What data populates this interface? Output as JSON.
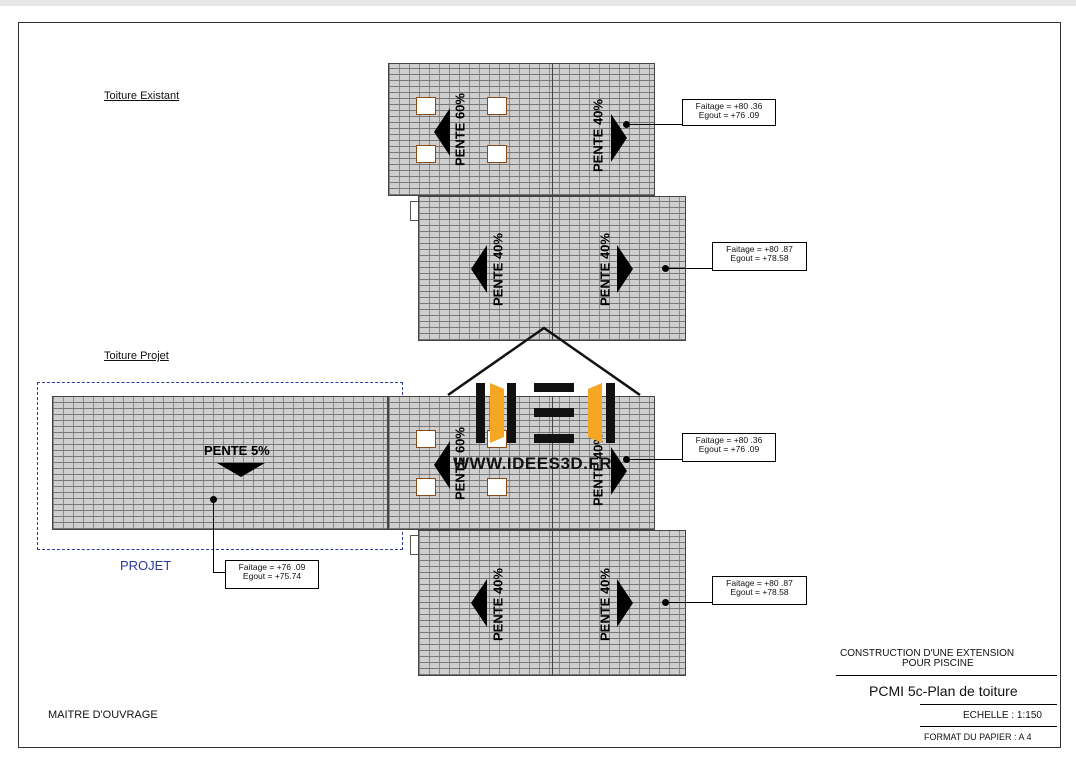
{
  "labels": {
    "toiture_existant": "Toiture    Existant",
    "toiture_projet": "Toiture    Projet",
    "projet": "PROJET",
    "maitre": "MAITRE      D'OUVRAGE"
  },
  "pentes": {
    "p60": "PENTE 60%",
    "p40": "PENTE 40%",
    "p5": "PENTE 5%"
  },
  "levels": {
    "a_faitage": "Faitage    = +80 .36",
    "a_egout": "Egout    = +76 .09",
    "b_faitage": "Faitage    = +80 .87",
    "b_egout": "Egout    = +78.58",
    "c_faitage": "Faitage    = +76 .09",
    "c_egout": "Egout    = +75.74"
  },
  "title_block": {
    "line1": "CONSTRUCTION         D'UNE   EXTENSION",
    "line2": "POUR   PISCINE",
    "title": "PCMI   5c-Plan  de  toiture",
    "echelle": "ECHELLE       : 1:150",
    "format": "FORMAT    DU  PAPIER    : A 4"
  },
  "watermark": {
    "url": "WWW.IDEES3D.FR",
    "accent": "#f5a623"
  }
}
